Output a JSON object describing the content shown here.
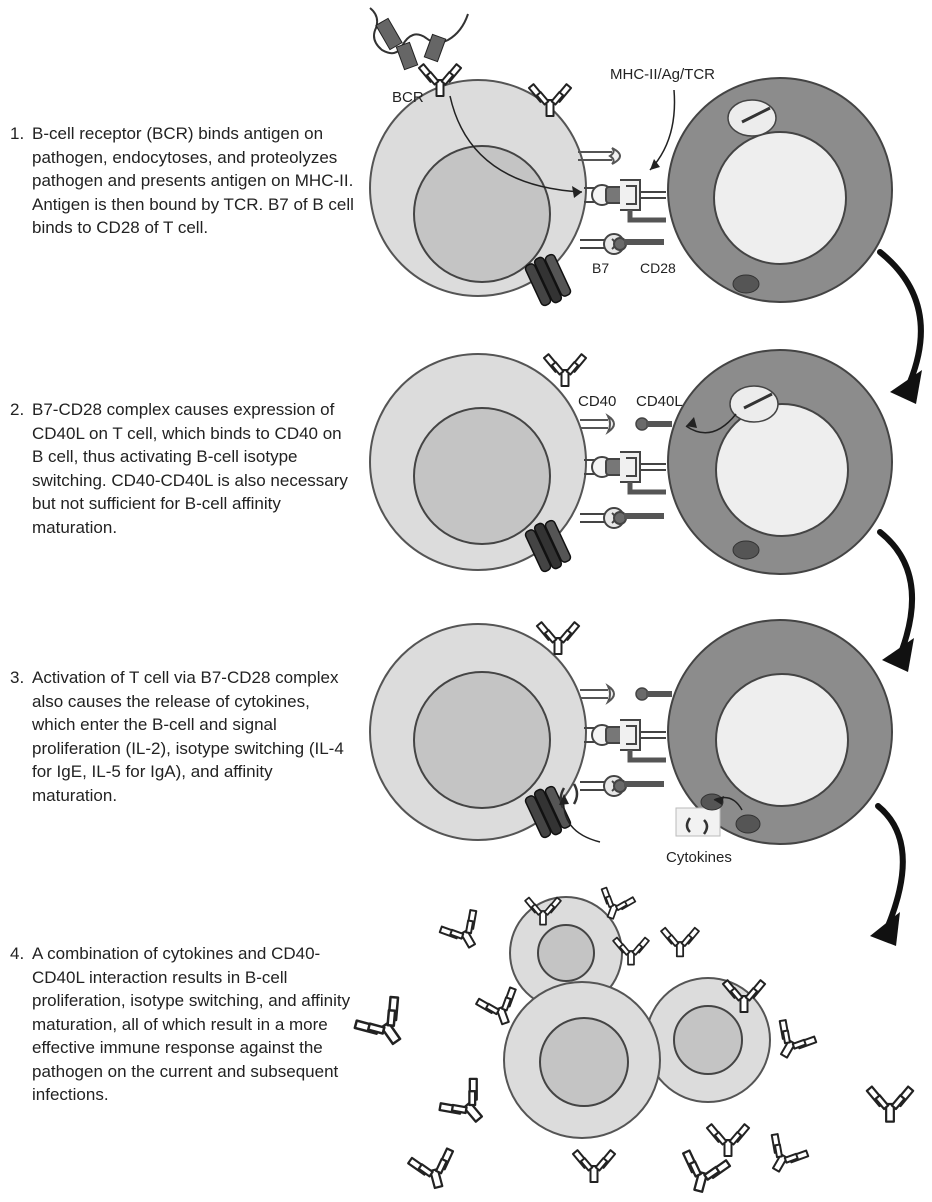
{
  "steps": [
    {
      "number": "1.",
      "text": "B-cell receptor (BCR) binds antigen on pathogen, endocytoses, and proteolyzes pathogen and presents antigen on MHC-II. Antigen is then bound by TCR. B7 of B cell binds to CD28 of T cell."
    },
    {
      "number": "2.",
      "text": "B7-CD28 complex causes expression of CD40L on T cell, which binds to CD40 on B cell, thus activating B-cell isotype switching. CD40-CD40L is also necessary but not sufficient for B-cell affinity maturation."
    },
    {
      "number": "3.",
      "text": "Activation of T cell via B7-CD28 complex also causes the release of cytokines, which enter the B-cell and signal proliferation (IL-2), isotype switching (IL-4 for IgE, IL-5 for IgA), and affinity maturation."
    },
    {
      "number": "4.",
      "text": "A combination of cytokines and CD40-CD40L interaction results in B-cell proliferation, isotype switching, and affinity maturation, all of which result in a more effective immune response against the pathogen on the current and subsequent infections."
    }
  ],
  "labels": {
    "bcr": "BCR",
    "mhc_tcr": "MHC-II/Ag/TCR",
    "b7": "B7",
    "cd28": "CD28",
    "cd40": "CD40",
    "cd40l": "CD40L",
    "cytokines": "Cytokines"
  },
  "colors": {
    "b_cell": "#dcdcdc",
    "b_nucleus": "#c4c4c4",
    "t_cell": "#8c8c8c",
    "t_nucleus": "#eeeeee",
    "receptor_dark": "#4a4a4a",
    "arrow": "#111111"
  }
}
